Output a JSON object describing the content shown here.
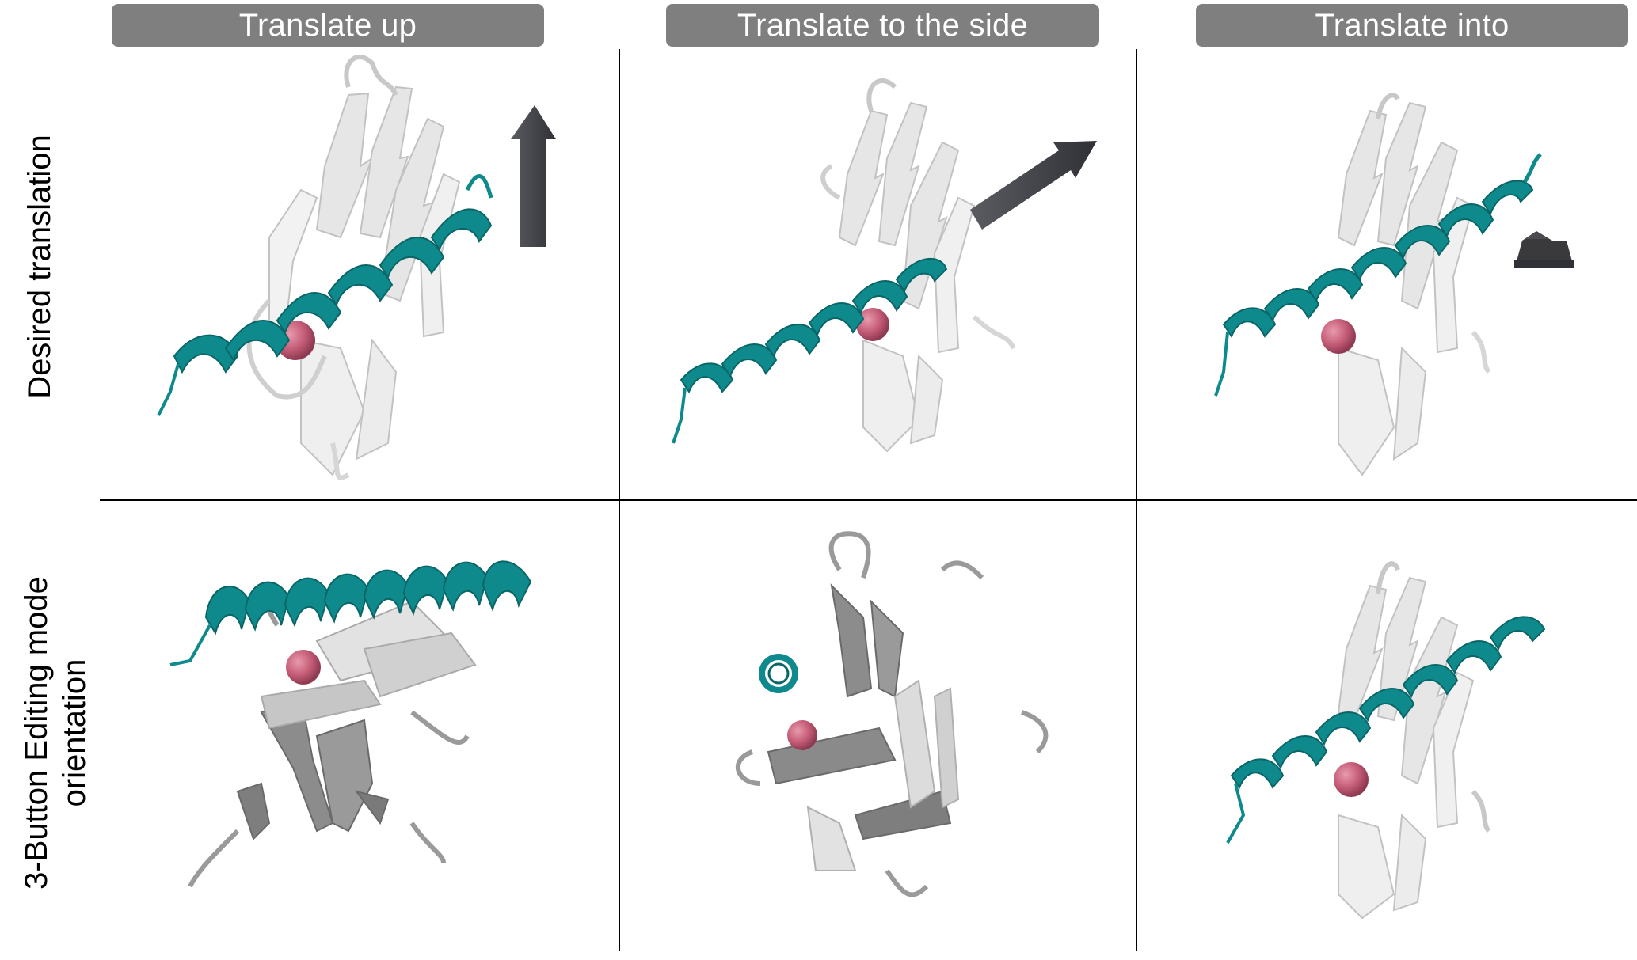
{
  "headers": [
    "Translate up",
    "Translate to the side",
    "Translate into"
  ],
  "rows": [
    "Desired translation",
    "3-Button Editing mode\norientation"
  ],
  "colors": {
    "helix": "#0f8a8c",
    "helix_dark": "#0a6567",
    "sheet_light": "#e4e4e4",
    "sheet_dark": "#8c8c8c",
    "sphere": "#c45b76",
    "arrow": "#45474d",
    "header_bg": "#7f7f7f"
  }
}
